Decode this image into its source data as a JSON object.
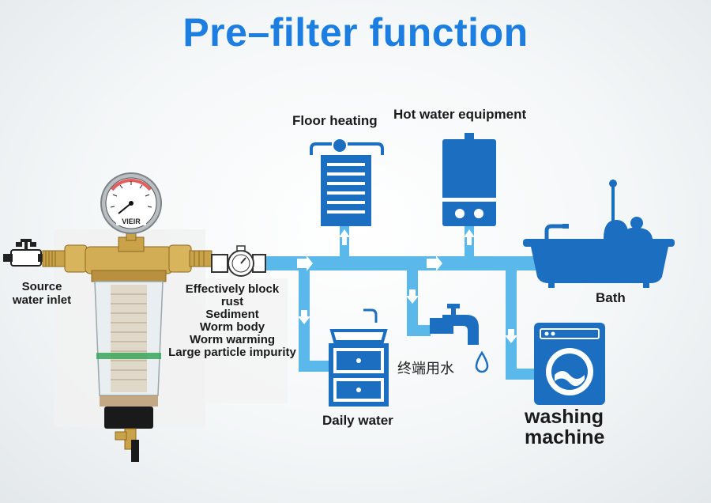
{
  "title": "Pre–filter function",
  "labels": {
    "source_line1": "Source",
    "source_line2": "water inlet",
    "floor_heating": "Floor heating",
    "hot_water": "Hot water equipment",
    "bath": "Bath",
    "daily_water": "Daily water",
    "terminal_water": "终端用水",
    "washing_line1": "washing",
    "washing_line2": "machine"
  },
  "block_list": {
    "heading": "Effectively block",
    "items": [
      "rust",
      "Sediment",
      "Worm body",
      "Worm warming",
      "Large particle impurity"
    ]
  },
  "gauge_brand": "VIEIR",
  "colors": {
    "title": "#1b7ee0",
    "pipe": "#5ab9ea",
    "icon": "#1c6fc0",
    "brass": "#c9a24a"
  },
  "icons": [
    "valve-icon",
    "pressure-gauge-icon",
    "prefilter-icon",
    "water-meter-icon",
    "floor-heating-icon",
    "water-heater-icon",
    "bathtub-icon",
    "sink-cabinet-icon",
    "faucet-icon",
    "water-drop-icon",
    "washing-machine-icon",
    "flow-arrow-icon"
  ]
}
